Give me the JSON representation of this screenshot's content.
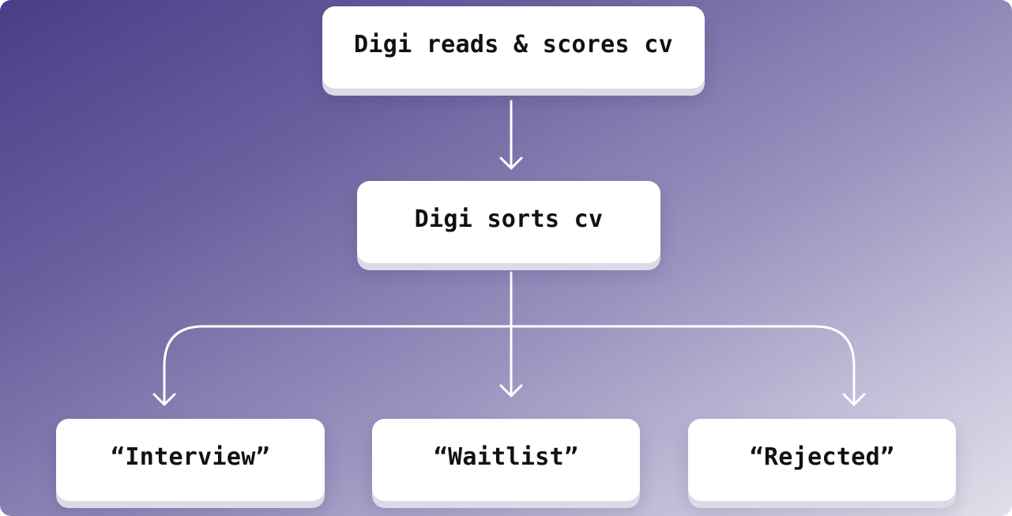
{
  "diagram": {
    "nodes": [
      {
        "id": "n1",
        "label": "Digi reads & scores cv"
      },
      {
        "id": "n2",
        "label": "Digi sorts cv"
      },
      {
        "id": "n3",
        "label": "“Interview”"
      },
      {
        "id": "n4",
        "label": "“Waitlist”"
      },
      {
        "id": "n5",
        "label": "“Rejected”"
      }
    ],
    "edges": [
      {
        "from": "n1",
        "to": "n2"
      },
      {
        "from": "n2",
        "to": "n3"
      },
      {
        "from": "n2",
        "to": "n4"
      },
      {
        "from": "n2",
        "to": "n5"
      }
    ],
    "colors": {
      "background_start": "#4a3d88",
      "background_end": "#e1dfea",
      "node_fill": "#ffffff",
      "connector": "#ffffff",
      "text": "#111111"
    }
  }
}
